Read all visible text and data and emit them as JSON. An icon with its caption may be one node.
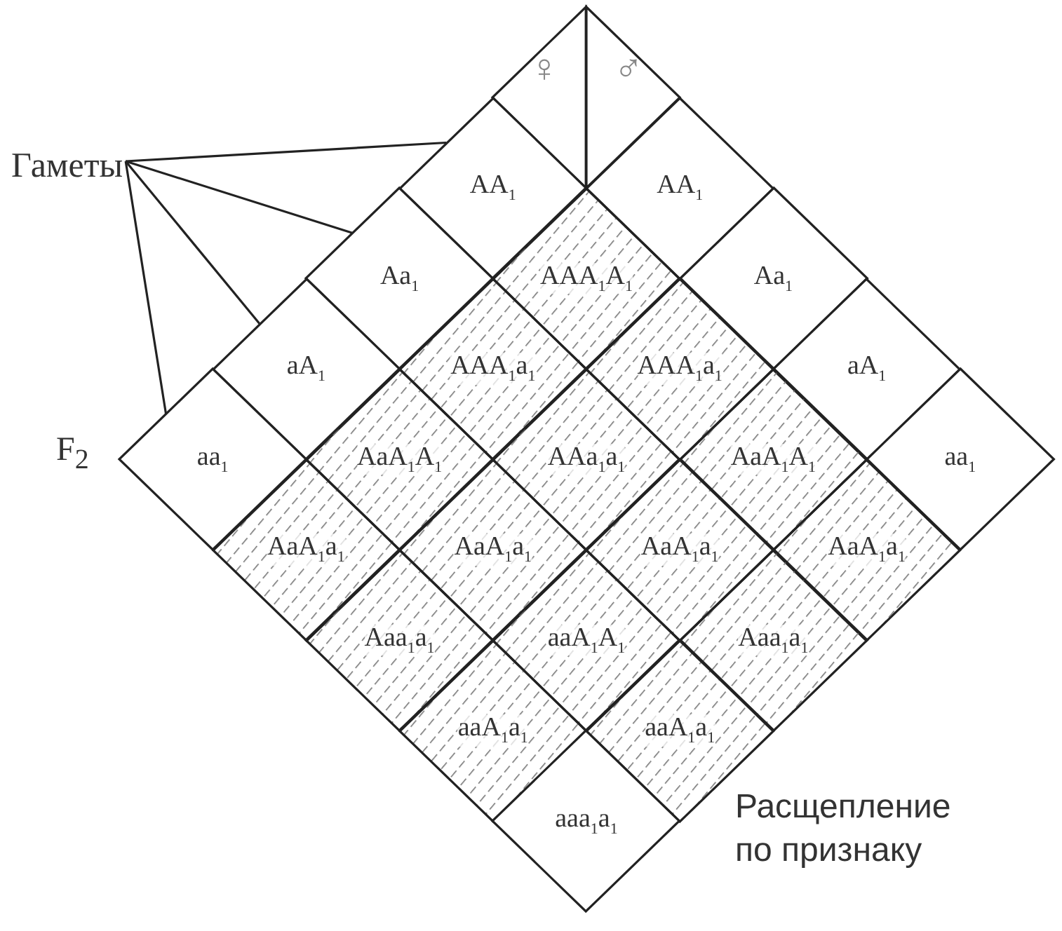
{
  "diagram": {
    "nodes": [
      {
        "text": [
          "♀"
        ]
      },
      {
        "text": [
          "♂"
        ]
      },
      {
        "text": [
          "Гаметы"
        ]
      },
      {
        "text": [
          "AA$_{1}$"
        ]
      },
      {
        "text": [
          "AA$_{1}$"
        ]
      },
      {
        "text": [
          "Aa$_{1}$"
        ]
      },
      {
        "text": [
          "AAA$_{1}$A$_{1}$"
        ]
      },
      {
        "text": [
          "Aa$_{1}$"
        ]
      },
      {
        "text": [
          "aA$_{1}$"
        ]
      },
      {
        "text": [
          "AAA$_{1}$a$_{1}$"
        ]
      },
      {
        "text": [
          "AAA$_{1}$a$_{1}$"
        ]
      },
      {
        "text": [
          "aA$_{1}$"
        ]
      },
      {
        "text": [
          "aa$_{1}$"
        ]
      },
      {
        "text": [
          "AaA$_{1}$A$_{1}$"
        ]
      },
      {
        "text": [
          "AAa$_{1}$a$_{1}$"
        ]
      },
      {
        "text": [
          "AaA$_{1}$A$_{1}$"
        ]
      },
      {
        "text": [
          "aa$_{1}$"
        ]
      },
      {
        "text": [
          "AaA$_{1}$a$_{1}$"
        ]
      },
      {
        "text": [
          "AaA$_{1}$a$_{1}$"
        ]
      },
      {
        "text": [
          "AaA$_{1}$a$_{1}$"
        ]
      },
      {
        "text": [
          "AaA$_{1}$a$_{1}$"
        ]
      },
      {
        "text": [
          "Aaa$_{1}$a$_{1}$"
        ]
      },
      {
        "text": [
          "aaA$_{1}$A$_{1}$"
        ]
      },
      {
        "text": [
          "Aaa$_{1}$a$_{1}$"
        ]
      },
      {
        "text": [
          "aaA$_{1}$a$_{1}$"
        ]
      },
      {
        "text": [
          "aaA$_{1}$a$_{1}$"
        ]
      },
      {
        "text": [
          "aaa$_{1}$a$_{1}$"
        ]
      }
    ],
    "edges": [
      {
        "from": 2,
        "to": 3,
        "arrow": "none"
      },
      {
        "from": 2,
        "to": 5,
        "arrow": "none"
      },
      {
        "from": 2,
        "to": 8,
        "arrow": "none"
      },
      {
        "from": 2,
        "to": 12,
        "arrow": "none"
      }
    ],
    "labels": [
      "F$_{2}$",
      "Расщепление по признаку"
    ]
  }
}
